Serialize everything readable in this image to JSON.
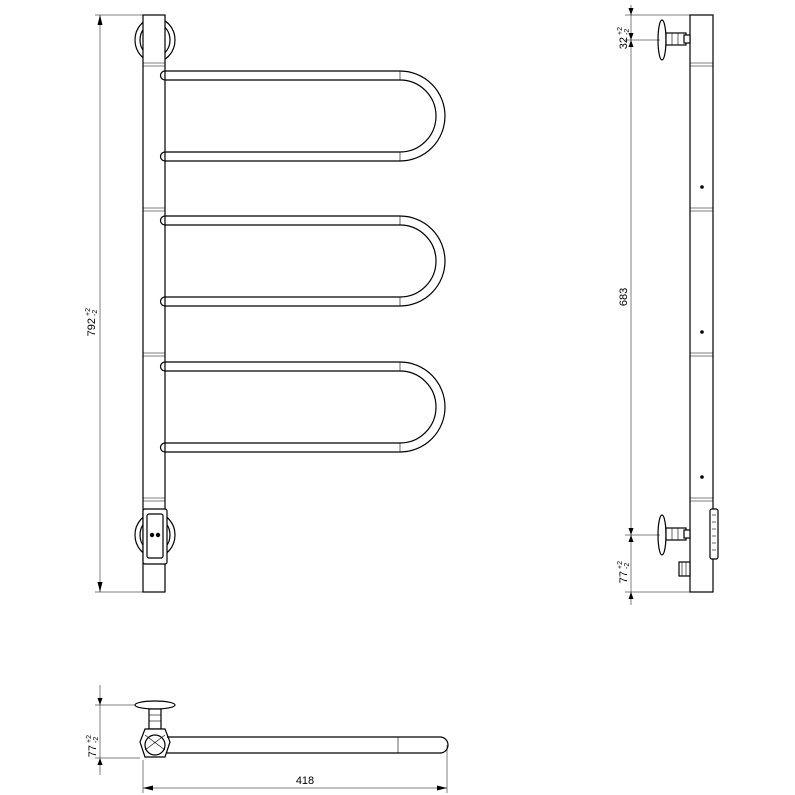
{
  "front_view": {
    "height_value": "792",
    "height_tol_plus": "+2",
    "height_tol_minus": "-2"
  },
  "side_view": {
    "top_offset_value": "32",
    "top_offset_tol_plus": "+2",
    "top_offset_tol_minus": "-2",
    "mount_spacing_value": "683",
    "bottom_offset_value": "77",
    "bottom_offset_tol_plus": "+2",
    "bottom_offset_tol_minus": "-2"
  },
  "top_view": {
    "depth_value": "77",
    "depth_tol_plus": "+2",
    "depth_tol_minus": "-2",
    "width_value": "418"
  }
}
